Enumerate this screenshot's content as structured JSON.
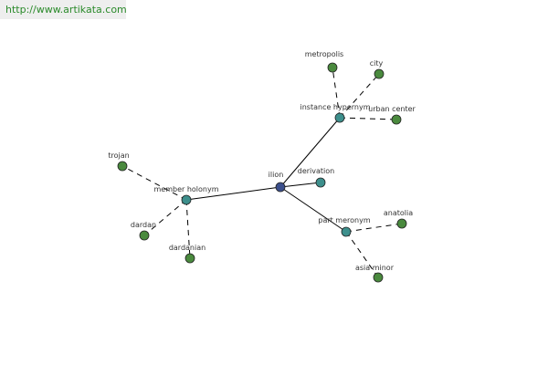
{
  "url": "http://www.artikata.com",
  "graph": {
    "nodes": [
      {
        "id": "ilion",
        "label": "ilion",
        "type": "center"
      },
      {
        "id": "derivation",
        "label": "derivation",
        "type": "relation"
      },
      {
        "id": "instance_hypernym",
        "label": "instance hypernym",
        "type": "relation"
      },
      {
        "id": "member_holonym",
        "label": "member holonym",
        "type": "relation"
      },
      {
        "id": "part_meronym",
        "label": "part meronym",
        "type": "relation"
      },
      {
        "id": "metropolis",
        "label": "metropolis",
        "type": "term"
      },
      {
        "id": "city",
        "label": "city",
        "type": "term"
      },
      {
        "id": "urban_center",
        "label": "urban center",
        "type": "term"
      },
      {
        "id": "trojan",
        "label": "trojan",
        "type": "term"
      },
      {
        "id": "dardan",
        "label": "dardan",
        "type": "term"
      },
      {
        "id": "dardanian",
        "label": "dardanian",
        "type": "term"
      },
      {
        "id": "anatolia",
        "label": "anatolia",
        "type": "term"
      },
      {
        "id": "asia_minor",
        "label": "asia minor",
        "type": "term"
      }
    ],
    "edges": [
      {
        "from": "ilion",
        "to": "derivation",
        "style": "solid"
      },
      {
        "from": "ilion",
        "to": "instance_hypernym",
        "style": "solid"
      },
      {
        "from": "ilion",
        "to": "member_holonym",
        "style": "solid"
      },
      {
        "from": "ilion",
        "to": "part_meronym",
        "style": "solid"
      },
      {
        "from": "instance_hypernym",
        "to": "metropolis",
        "style": "dashed"
      },
      {
        "from": "instance_hypernym",
        "to": "city",
        "style": "dashed"
      },
      {
        "from": "instance_hypernym",
        "to": "urban_center",
        "style": "dashed"
      },
      {
        "from": "member_holonym",
        "to": "trojan",
        "style": "dashed"
      },
      {
        "from": "member_holonym",
        "to": "dardan",
        "style": "dashed"
      },
      {
        "from": "member_holonym",
        "to": "dardanian",
        "style": "dashed"
      },
      {
        "from": "part_meronym",
        "to": "anatolia",
        "style": "dashed"
      },
      {
        "from": "part_meronym",
        "to": "asia_minor",
        "style": "dashed"
      }
    ],
    "colors": {
      "center": "#3b4f8c",
      "relation": "#3d8f8c",
      "term": "#4a8a3e",
      "edge": "#000000",
      "label": "#333333"
    }
  }
}
